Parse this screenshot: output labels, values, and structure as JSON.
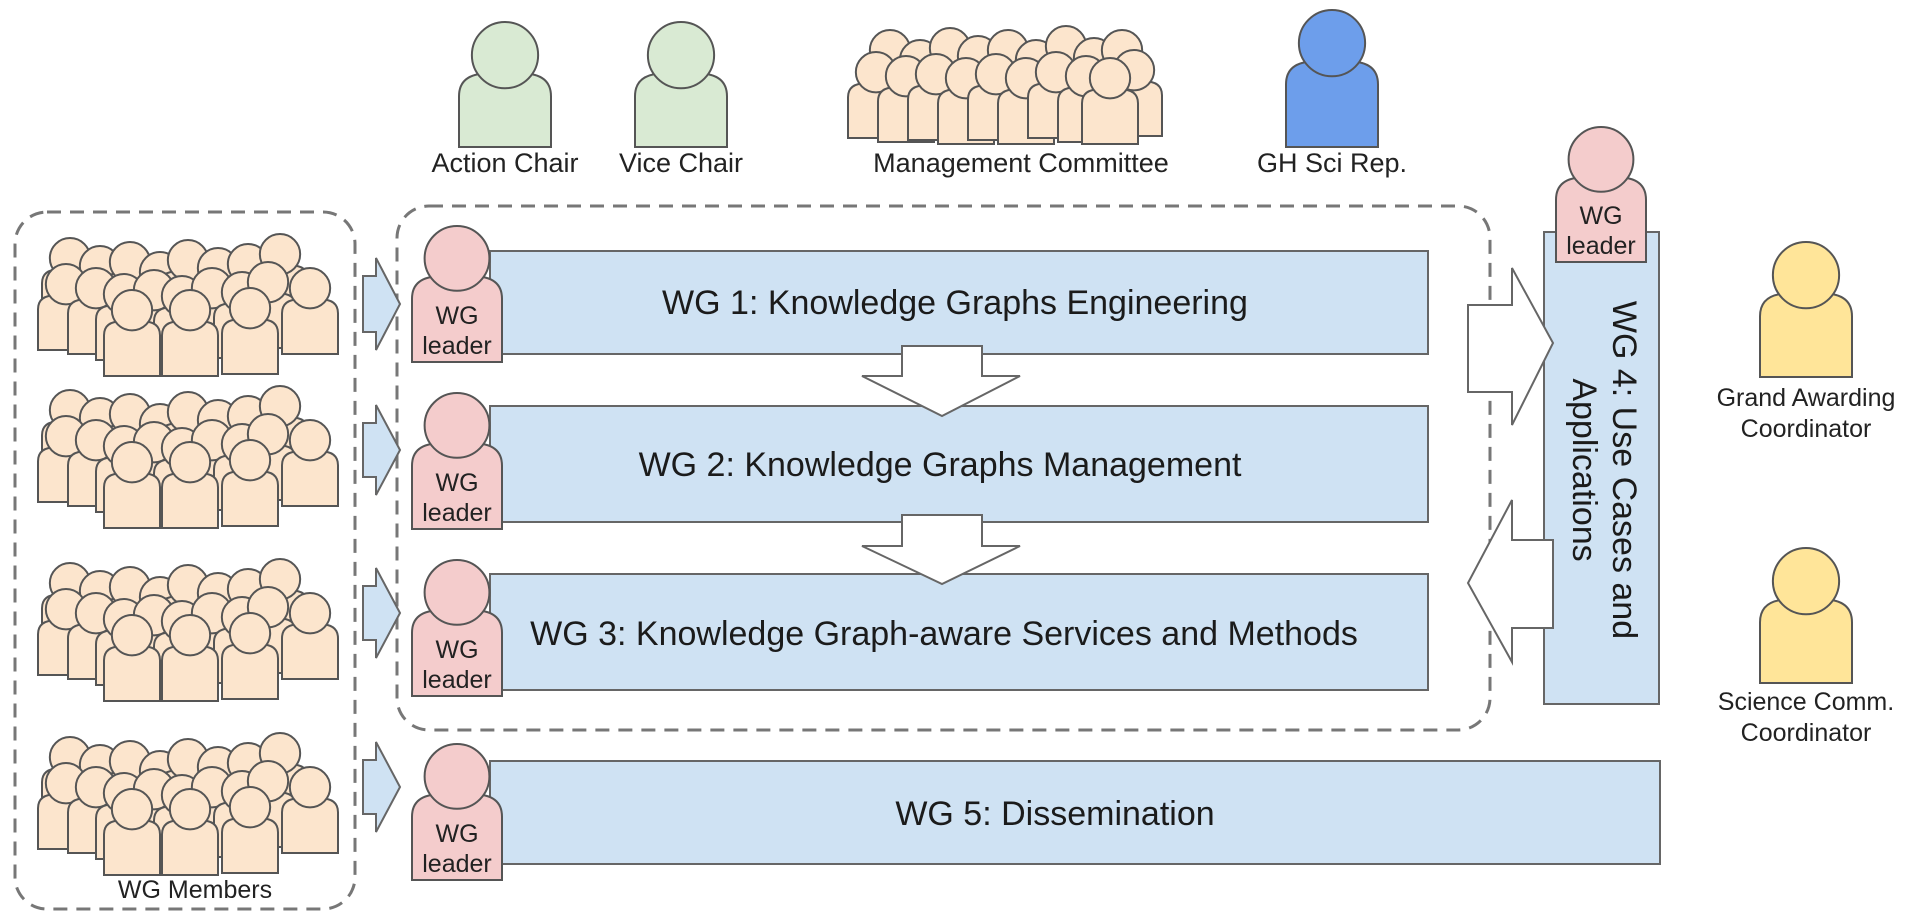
{
  "roles": {
    "action_chair": "Action Chair",
    "vice_chair": "Vice Chair",
    "management_committee": "Management Committee",
    "gh_sci_rep": "GH Sci Rep.",
    "grand_awarding_line1": "Grand Awarding",
    "grand_awarding_line2": "Coordinator",
    "science_comm_line1": "Science Comm.",
    "science_comm_line2": "Coordinator"
  },
  "leader": {
    "line1": "WG",
    "line2": "leader"
  },
  "working_groups": {
    "wg1": "WG 1: Knowledge Graphs Engineering",
    "wg2": "WG 2: Knowledge Graphs Management",
    "wg3": "WG 3: Knowledge Graph-aware Services and Methods",
    "wg4_line1": "WG 4: Use Cases and",
    "wg4_line2": "Applications",
    "wg5": "WG 5: Dissemination"
  },
  "members": {
    "label": "WG Members"
  },
  "colors": {
    "chair": "#d9ead3",
    "gh_rep": "#6d9eeb",
    "committee": "#fce5cd",
    "leader": "#f4cccc",
    "coordinator": "#ffe599",
    "wg_box": "#cfe2f3",
    "outline": "#666666"
  },
  "icons": [
    "person-icon",
    "group-icon",
    "arrow-right-icon",
    "arrow-down-icon",
    "arrow-left-icon"
  ]
}
